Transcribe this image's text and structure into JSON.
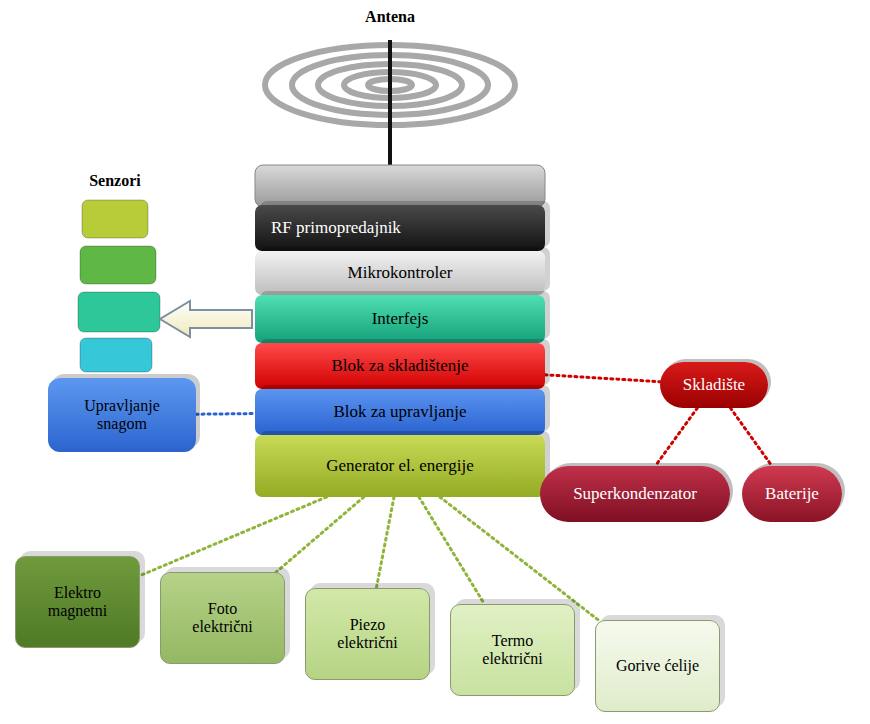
{
  "diagram": {
    "nodes": [
      {
        "text": [
          "RF primopredajnik"
        ]
      },
      {
        "text": [
          "Mikrokontroler"
        ]
      },
      {
        "text": [
          "Interfejs"
        ]
      },
      {
        "text": [
          "Blok za skladištenje"
        ]
      },
      {
        "text": [
          "Blok za upravljanje"
        ]
      },
      {
        "text": [
          "Generator el. energije"
        ]
      },
      {
        "text": [
          "Upravljanje snagom"
        ]
      },
      {
        "text": [
          "Skladište"
        ]
      },
      {
        "text": [
          "Superkondenzator"
        ]
      },
      {
        "text": [
          "Baterije"
        ]
      },
      {
        "text": [
          "Elektro magnetni"
        ]
      },
      {
        "text": [
          "Foto električni"
        ]
      },
      {
        "text": [
          "Piezo električni"
        ]
      },
      {
        "text": [
          "Termo električni"
        ]
      },
      {
        "text": [
          "Gorive ćelije"
        ]
      }
    ],
    "edges": [
      {
        "from": 6,
        "to": 4,
        "arrow": "none"
      },
      {
        "from": 3,
        "to": 7,
        "arrow": "none"
      },
      {
        "from": 7,
        "to": 8,
        "arrow": "none"
      },
      {
        "from": 7,
        "to": 9,
        "arrow": "none"
      },
      {
        "from": 5,
        "to": 10,
        "arrow": "none"
      },
      {
        "from": 5,
        "to": 11,
        "arrow": "none"
      },
      {
        "from": 5,
        "to": 12,
        "arrow": "none"
      },
      {
        "from": 5,
        "to": 13,
        "arrow": "none"
      },
      {
        "from": 5,
        "to": 14,
        "arrow": "none"
      }
    ],
    "labels": [
      "Antena",
      "Senzori"
    ]
  }
}
